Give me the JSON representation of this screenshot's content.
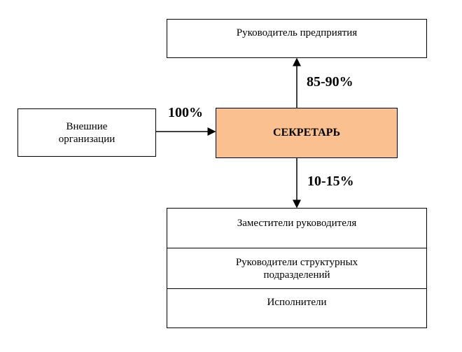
{
  "nodes": {
    "top": "Руководитель предприятия",
    "left": "Внешние организации",
    "center": "СЕКРЕТАРЬ",
    "bottom": [
      "Заместители руководителя",
      "Руководители структурных подразделений",
      "Исполнители"
    ]
  },
  "edges": {
    "left_to_center": "100%",
    "center_to_top": "85-90%",
    "center_to_bottom": "10-15%"
  },
  "colors": {
    "center_fill": "#FAC08F",
    "line": "#000000"
  }
}
